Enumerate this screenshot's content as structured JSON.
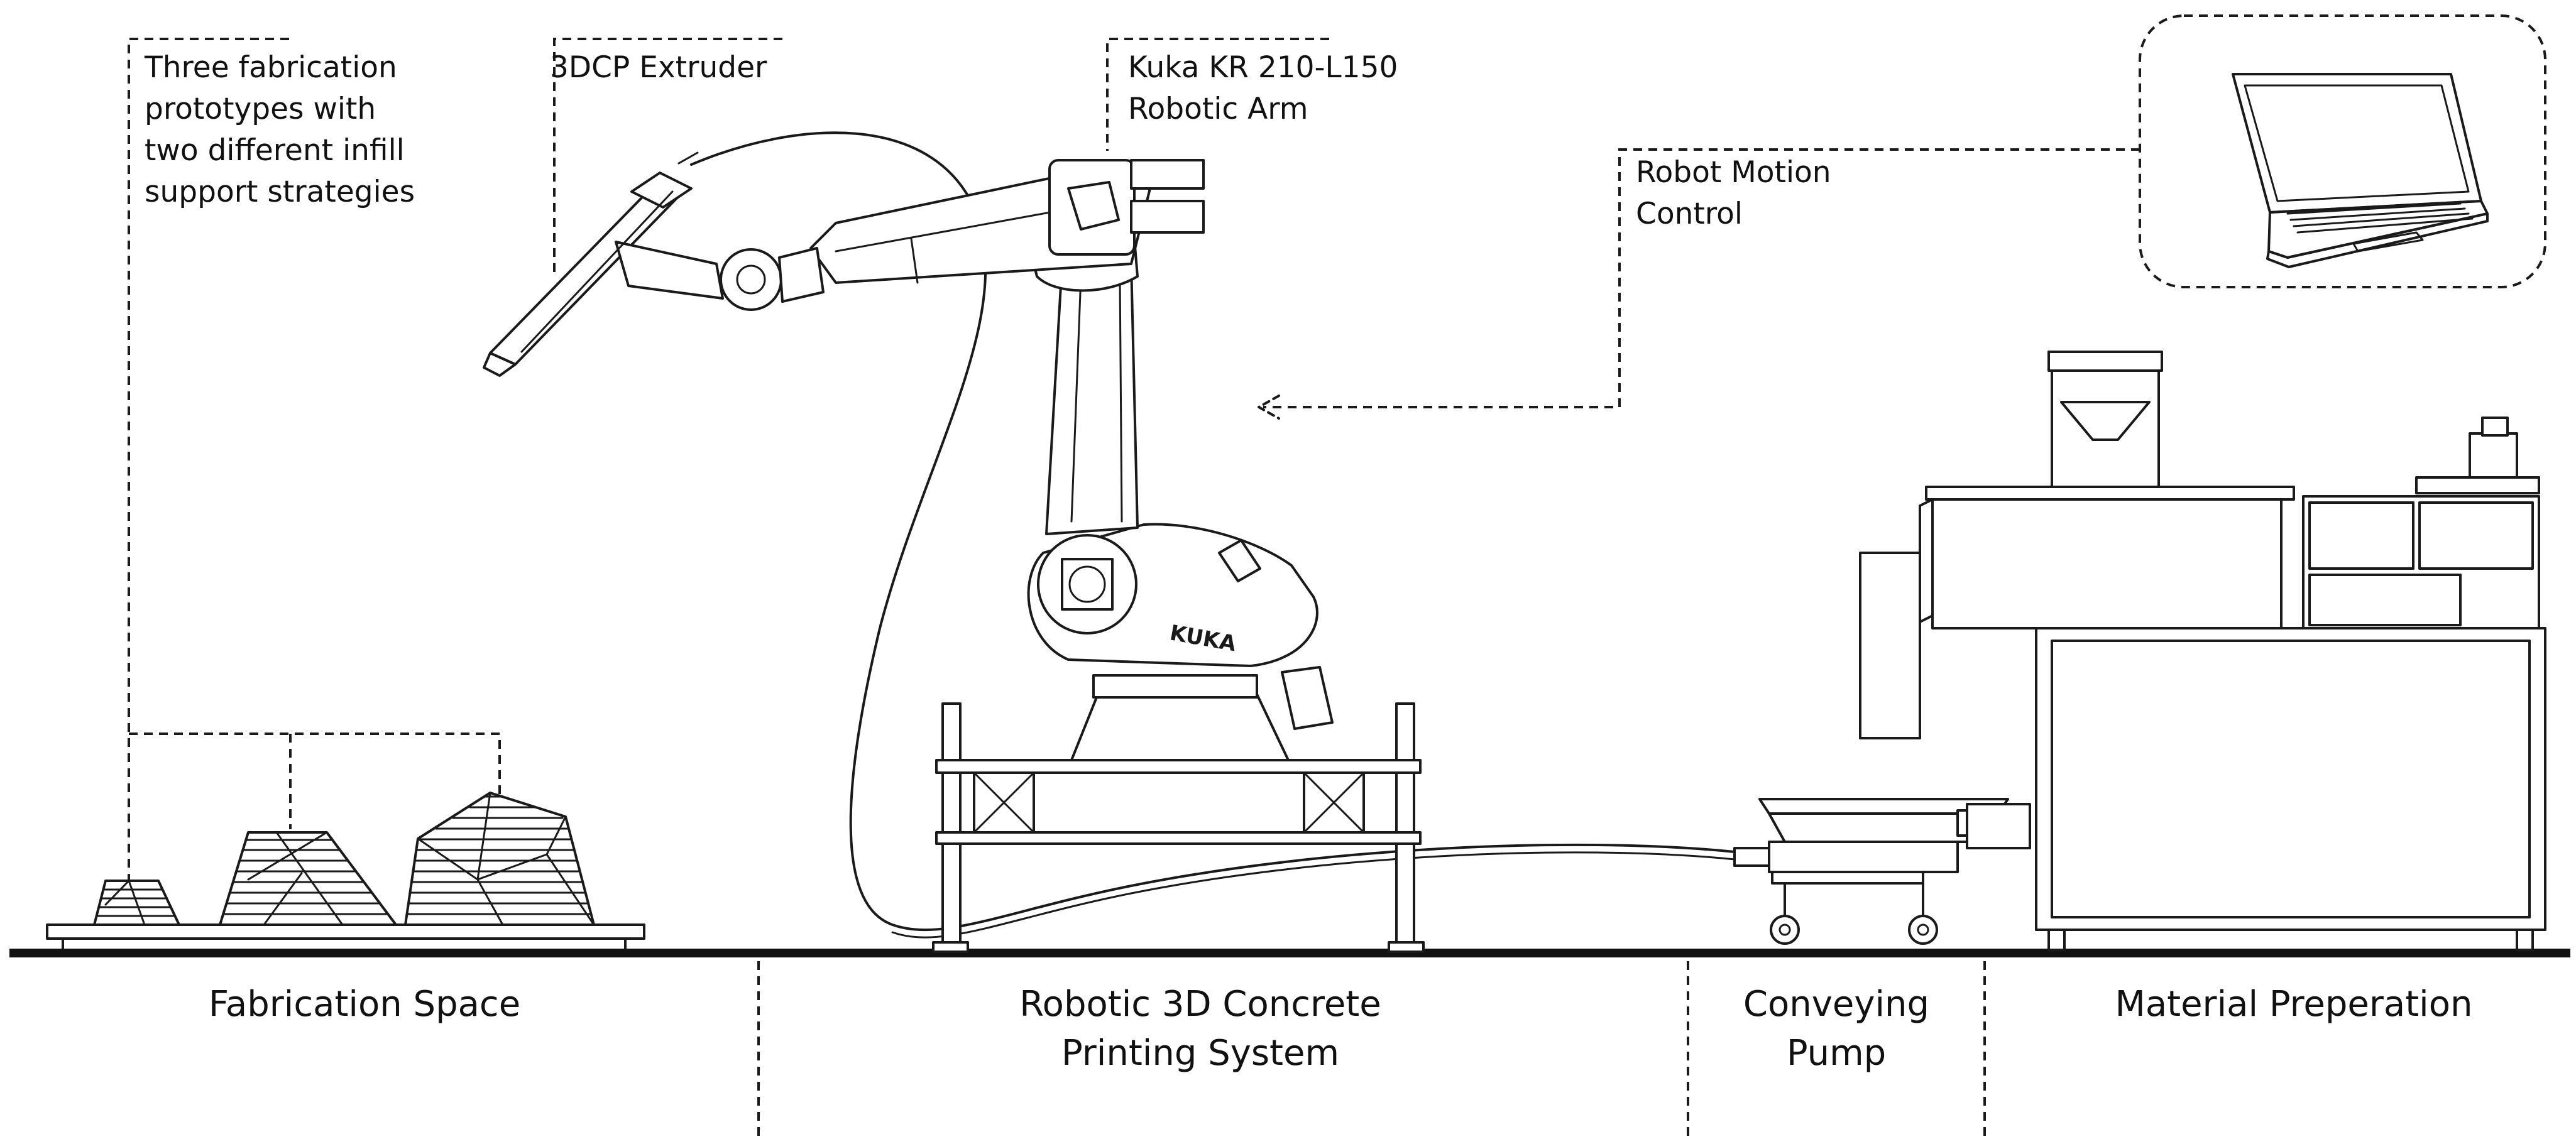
{
  "callouts": {
    "prototypes": "Three fabrication\nprototypes with\ntwo different infill\nsupport strategies",
    "extruder": "3DCP Extruder",
    "robot_arm": "Kuka KR 210-L150\nRobotic Arm",
    "motion_control": "Robot Motion\nControl"
  },
  "robot_brand": "KUKA",
  "sections": [
    {
      "label": "Fabrication Space"
    },
    {
      "label": "Robotic 3D Concrete\nPrinting System"
    },
    {
      "label": "Conveying\nPump"
    },
    {
      "label": "Material Preperation"
    }
  ],
  "colors": {
    "ink": "#1a1a1a",
    "background": "#ffffff"
  }
}
